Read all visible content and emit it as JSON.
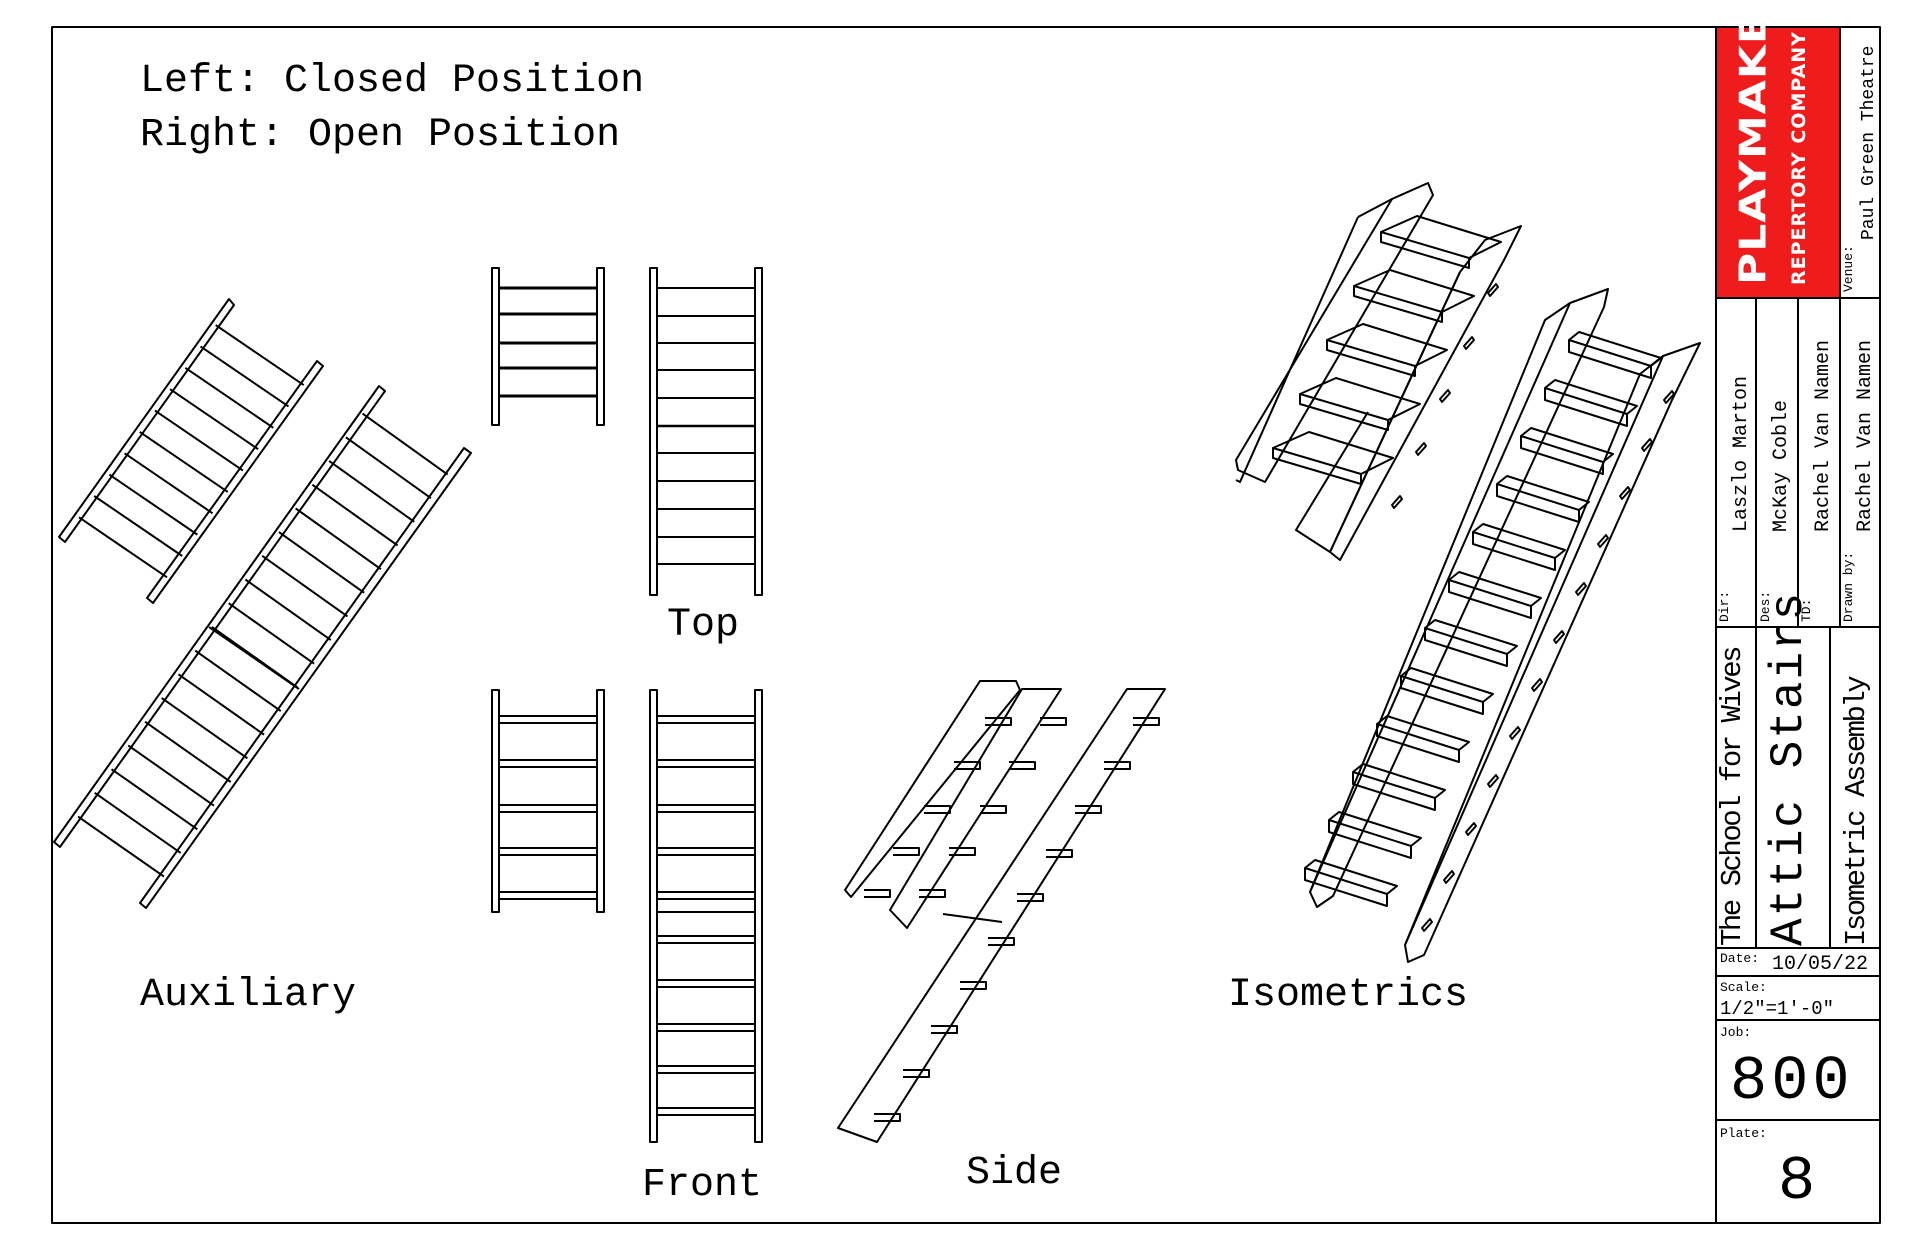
{
  "notes": {
    "line1": "Left: Closed Position",
    "line2": "Right: Open Position"
  },
  "views": {
    "auxiliary": "Auxiliary",
    "top": "Top",
    "front": "Front",
    "side": "Side",
    "isometrics": "Isometrics"
  },
  "title_block": {
    "company_name": "PLAYMAKERS",
    "company_sub": "REPERTORY COMPANY",
    "venue_label": "Venue:",
    "venue": "Paul Green Theatre",
    "dir_label": "Dir:",
    "dir": "Laszlo Marton",
    "des_label": "Des:",
    "des": "McKay Coble",
    "td_label": "TD:",
    "td": "Rachel Van Namen",
    "drawn_label": "Drawn by:",
    "drawn": "Rachel Van Namen",
    "show": "The School for Wives",
    "piece": "Attic Stairs",
    "drawing": "Isometric Assembly",
    "date_label": "Date:",
    "date": "10/05/22",
    "scale_label": "Scale:",
    "scale": "1/2\"=1'-0\"",
    "job_label": "Job:",
    "job": "800",
    "plate_label": "Plate:",
    "plate": "8",
    "brand_color": "#ee1c1c"
  }
}
